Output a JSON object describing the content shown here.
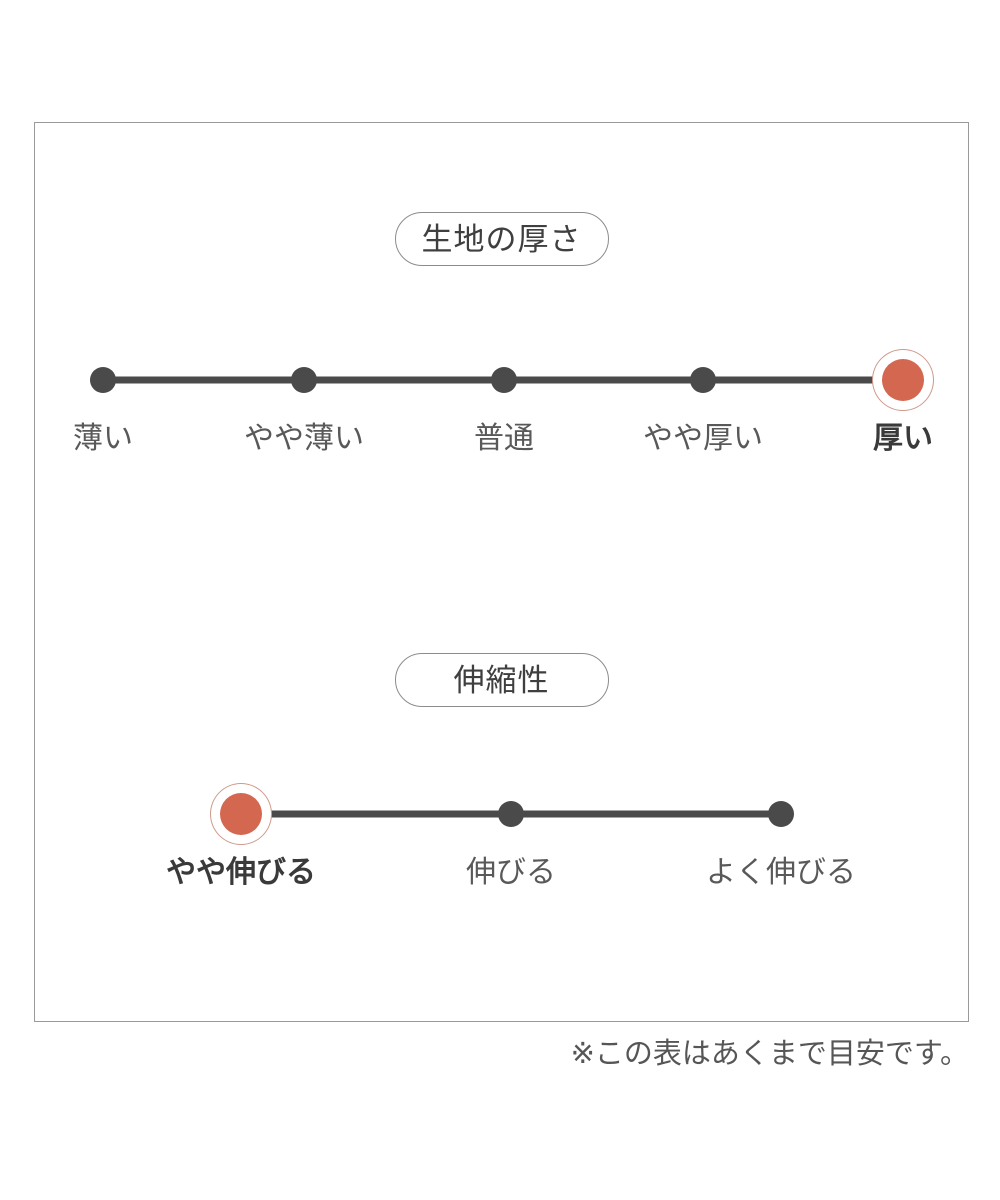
{
  "panel": {
    "sections": [
      {
        "id": "fabric-thickness",
        "heading": "生地の厚さ",
        "scale": {
          "steps": [
            {
              "label": "薄い",
              "active": false
            },
            {
              "label": "やや薄い",
              "active": false
            },
            {
              "label": "普通",
              "active": false
            },
            {
              "label": "やや厚い",
              "active": false
            },
            {
              "label": "厚い",
              "active": true
            }
          ],
          "selected_index": 4,
          "selected_label": "厚い"
        }
      },
      {
        "id": "stretchiness",
        "heading": "伸縮性",
        "scale": {
          "steps": [
            {
              "label": "やや伸びる",
              "active": true
            },
            {
              "label": "伸びる",
              "active": false
            },
            {
              "label": "よく伸びる",
              "active": false
            }
          ],
          "selected_index": 0,
          "selected_label": "やや伸びる"
        }
      }
    ]
  },
  "footnote": "※この表はあくまで目安です。",
  "colors": {
    "active_dot": "#d4674f",
    "active_ring": "#cf9a8c",
    "dot": "#4a4a4a",
    "rail": "#4a4a4a",
    "panel_border": "#9a9a9a",
    "pill_border": "#8c8c8c",
    "text": "#595959",
    "background": "#ffffff"
  }
}
